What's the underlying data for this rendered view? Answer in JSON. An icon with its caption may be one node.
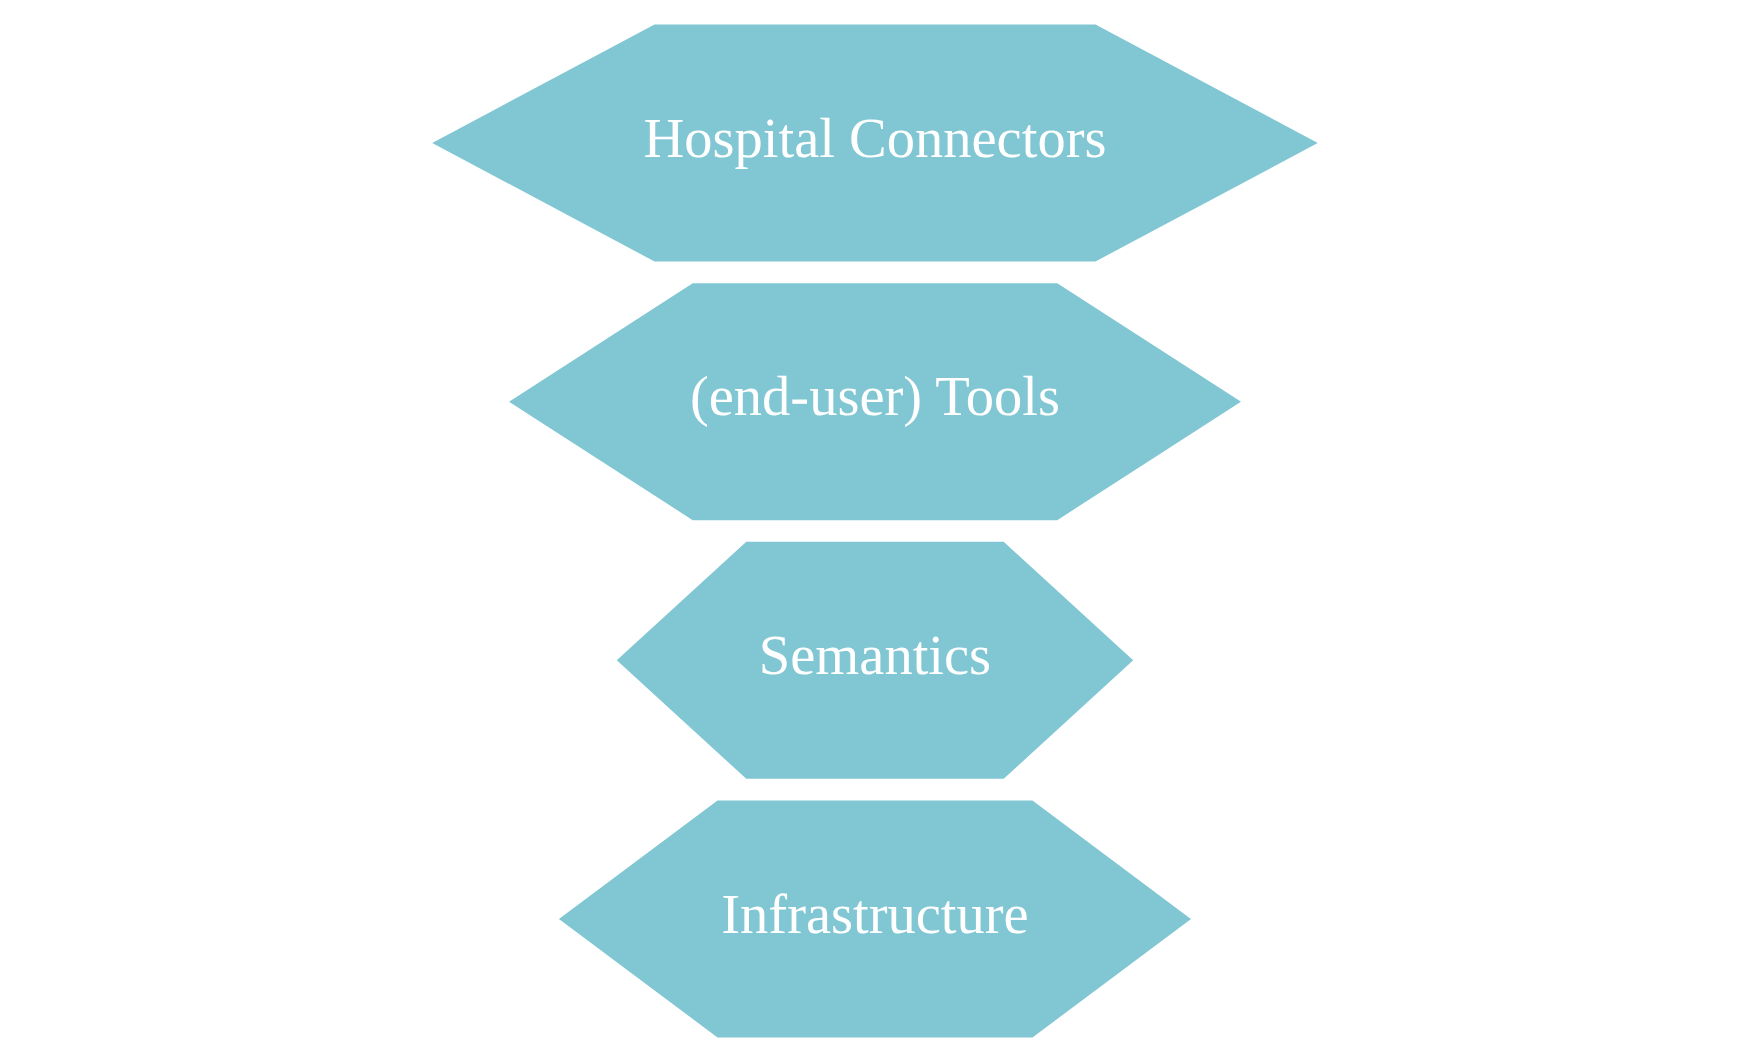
{
  "diagram": {
    "nodes": [
      {
        "text": [
          "Infrastructure"
        ]
      },
      {
        "text": [
          "Semantics"
        ]
      },
      {
        "text": [
          "(end-user) Tools"
        ]
      },
      {
        "text": [
          "Hospital Connectors"
        ]
      }
    ]
  }
}
